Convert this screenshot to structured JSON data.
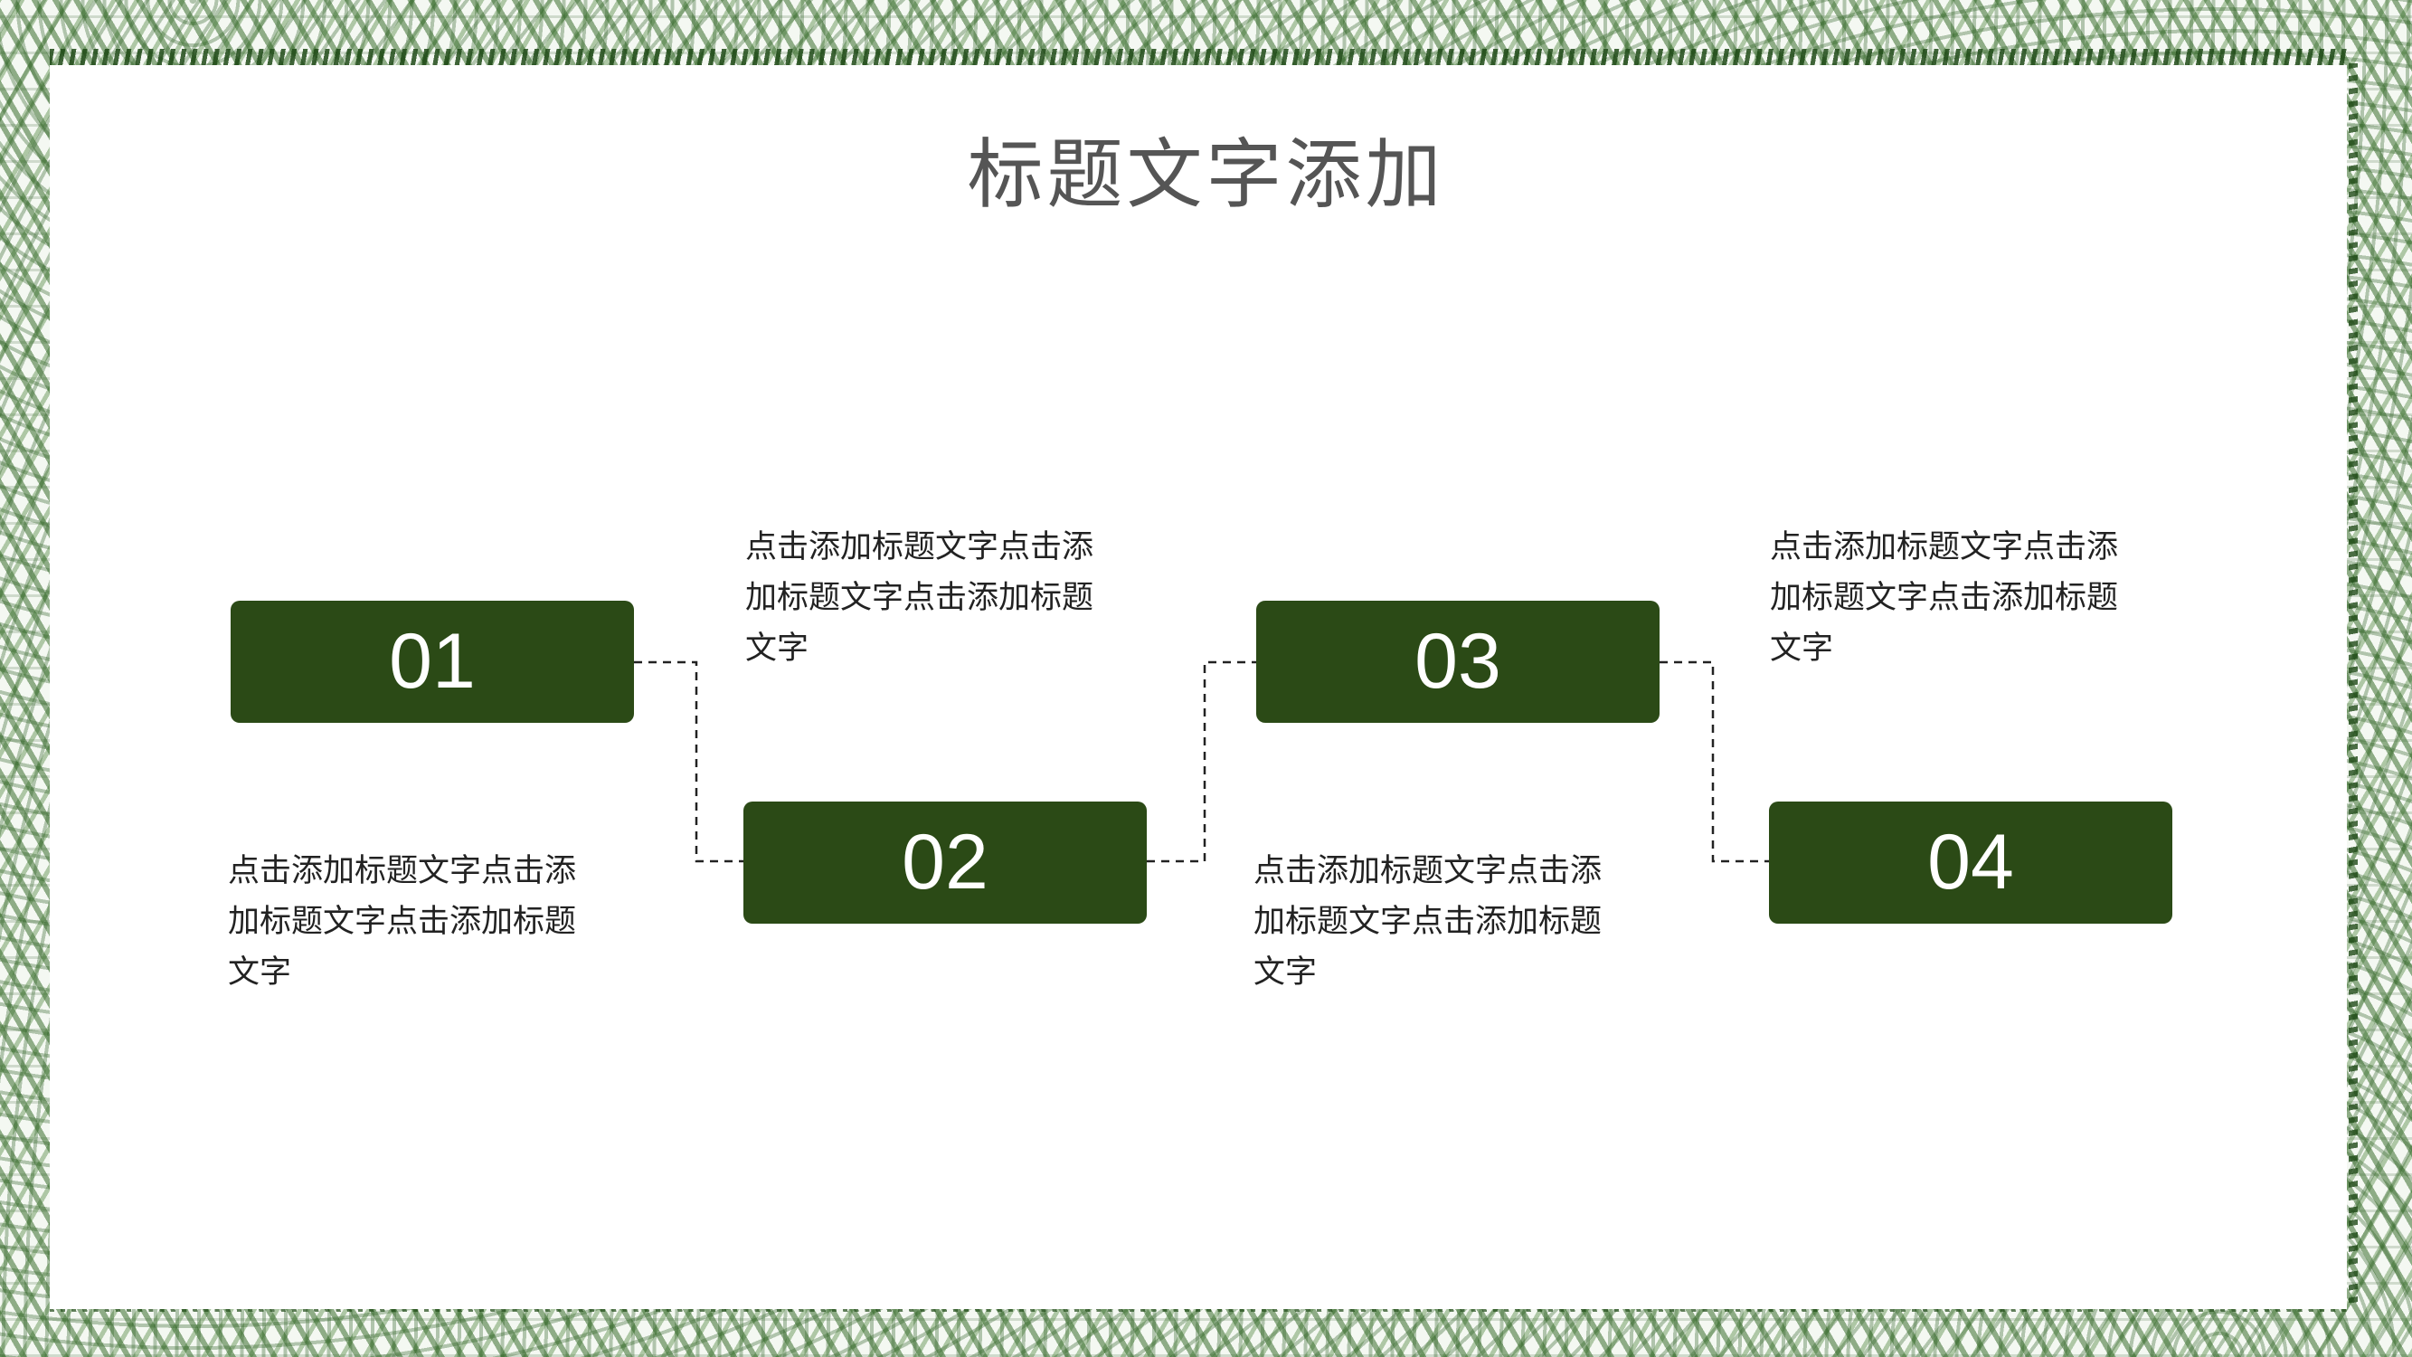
{
  "slide": {
    "title": "标题文字添加",
    "steps": [
      {
        "number": "01",
        "text": "点击添加标题文字点击添\n加标题文字点击添加标题\n文字"
      },
      {
        "number": "02",
        "text": "点击添加标题文字点击添\n加标题文字点击添加标题\n文字"
      },
      {
        "number": "03",
        "text": "点击添加标题文字点击添\n加标题文字点击添加标题\n文字"
      },
      {
        "number": "04",
        "text": "点击添加标题文字点击添\n加标题文字点击添加标题\n文字"
      }
    ]
  },
  "colors": {
    "accent": "#2b4a16",
    "title": "#555555",
    "body_text": "#222222",
    "background": "#ffffff",
    "border_leaf": "#3a6e2e"
  }
}
